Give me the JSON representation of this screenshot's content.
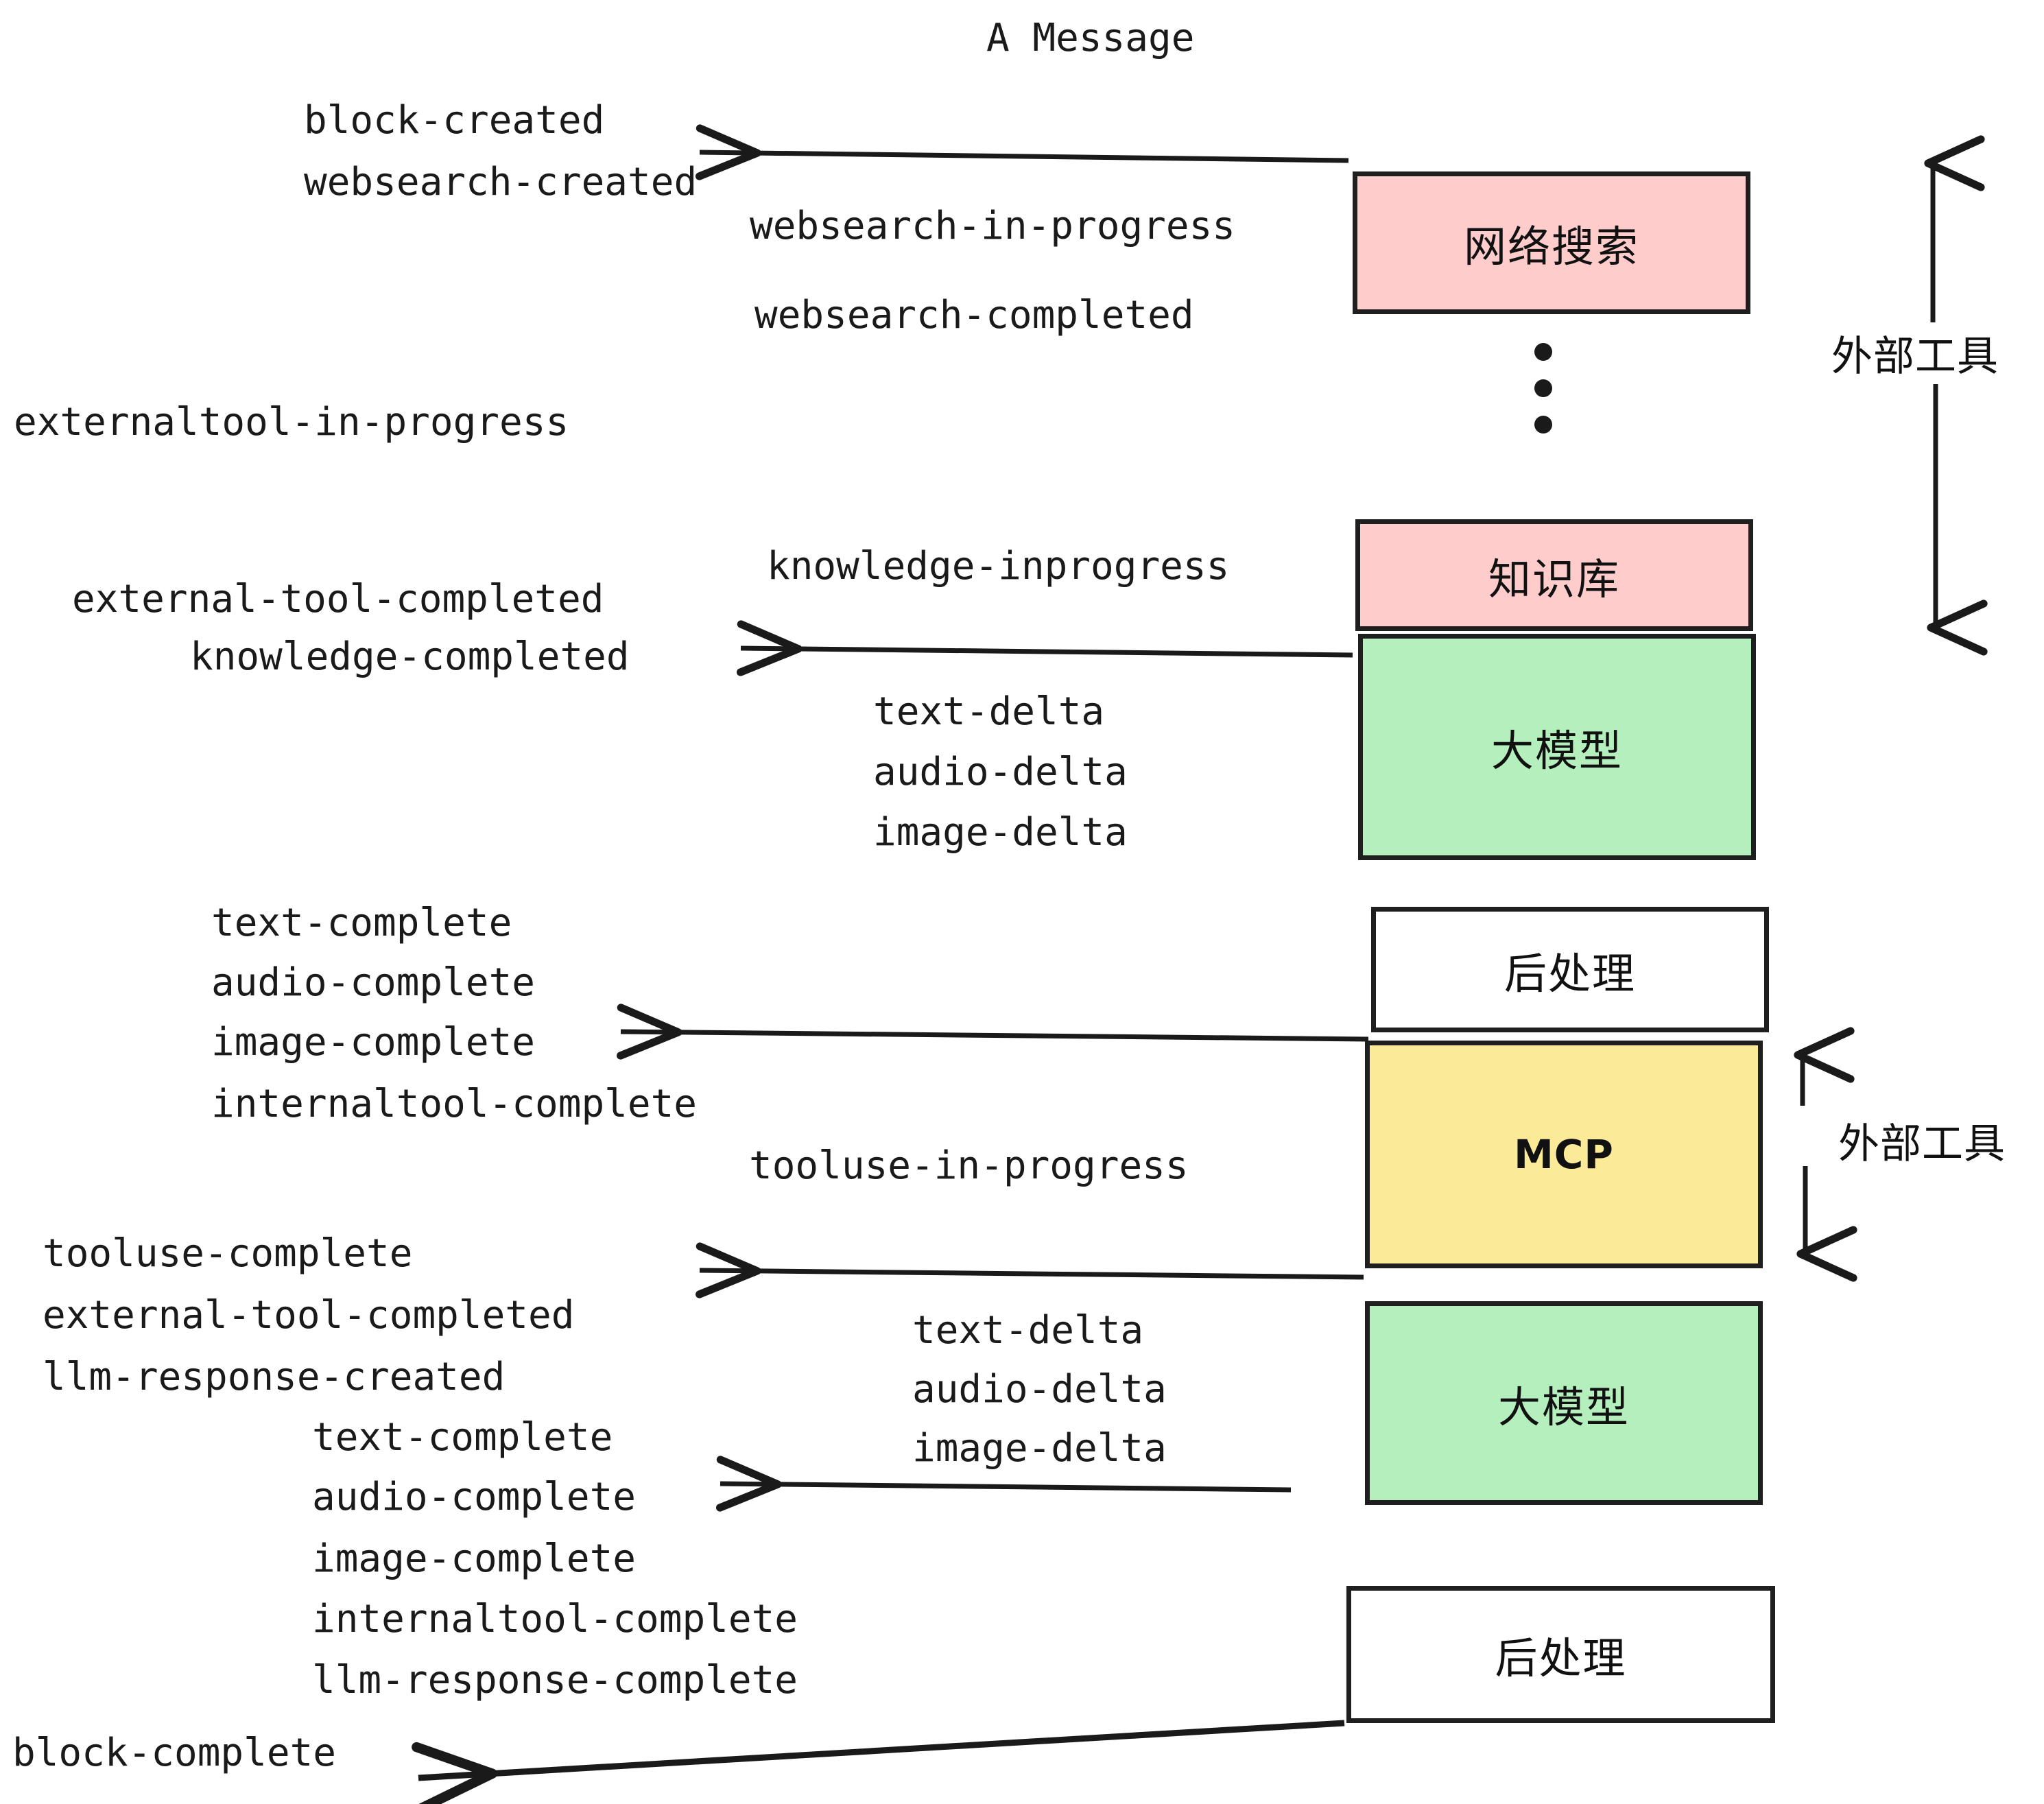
{
  "title": "A Message",
  "colors": {
    "pink": "#FFCCCC",
    "green": "#B5EFBE",
    "yellow": "#FBEB99",
    "white": "#FFFFFF",
    "stroke": "#1F1F1F",
    "text": "#1A1A1A"
  },
  "boxes": [
    {
      "id": "websearch",
      "label": "网络搜索",
      "fill": "#FFCCCC"
    },
    {
      "id": "knowledge",
      "label": "知识库",
      "fill": "#FFCCCC"
    },
    {
      "id": "llm-1",
      "label": "大模型",
      "fill": "#B5EFBE"
    },
    {
      "id": "postprocess-1",
      "label": "后处理",
      "fill": "#FFFFFF"
    },
    {
      "id": "mcp",
      "label": "MCP",
      "fill": "#FBEB99"
    },
    {
      "id": "llm-2",
      "label": "大模型",
      "fill": "#B5EFBE"
    },
    {
      "id": "postprocess-2",
      "label": "后处理",
      "fill": "#FFFFFF"
    }
  ],
  "side_labels": [
    {
      "id": "external-tools-top",
      "text": "外部工具"
    },
    {
      "id": "external-tools-bottom",
      "text": "外部工具"
    }
  ],
  "events": {
    "block_created": "block-created",
    "websearch_created": "websearch-created",
    "websearch_in_progress": "websearch-in-progress",
    "websearch_completed": "websearch-completed",
    "externaltool_in_progress": "externaltool-in-progress",
    "knowledge_inprogress": "knowledge-inprogress",
    "external_tool_completed_1": "external-tool-completed",
    "knowledge_completed": "knowledge-completed",
    "text_delta_1": "text-delta",
    "audio_delta_1": "audio-delta",
    "image_delta_1": "image-delta",
    "text_complete_1": "text-complete",
    "audio_complete_1": "audio-complete",
    "image_complete_1": "image-complete",
    "internaltool_complete_1": "internaltool-complete",
    "tooluse_in_progress": "tooluse-in-progress",
    "tooluse_complete": "tooluse-complete",
    "external_tool_completed_2": "external-tool-completed",
    "llm_response_created": "llm-response-created",
    "text_delta_2": "text-delta",
    "audio_delta_2": "audio-delta",
    "image_delta_2": "image-delta",
    "text_complete_2": "text-complete",
    "audio_complete_2": "audio-complete",
    "image_complete_2": "image-complete",
    "internaltool_complete_2": "internaltool-complete",
    "llm_response_complete": "llm-response-complete",
    "block_complete": "block-complete"
  }
}
